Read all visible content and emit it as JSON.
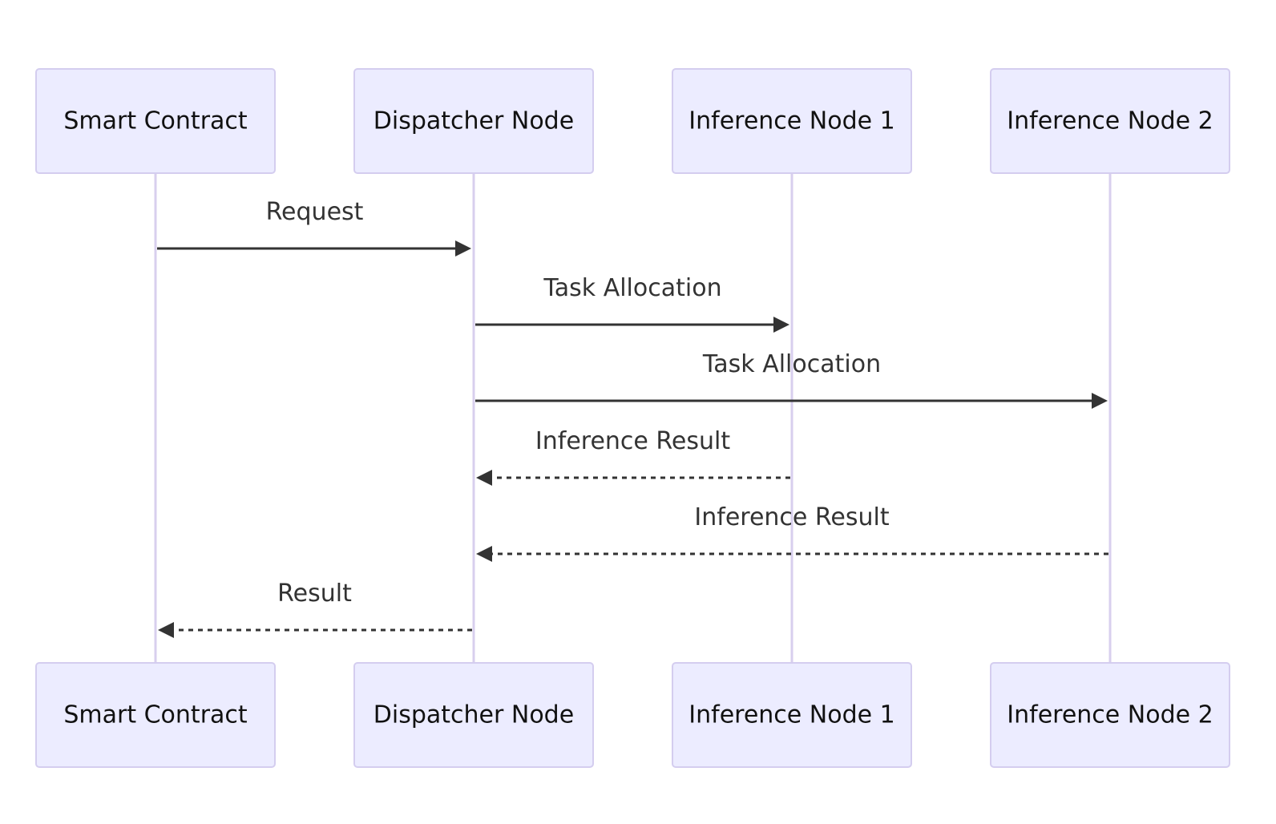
{
  "participants": [
    {
      "id": "sc",
      "label": "Smart Contract"
    },
    {
      "id": "dn",
      "label": "Dispatcher Node"
    },
    {
      "id": "in1",
      "label": "Inference Node 1"
    },
    {
      "id": "in2",
      "label": "Inference Node 2"
    }
  ],
  "messages": [
    {
      "from": "sc",
      "to": "dn",
      "label": "Request",
      "style": "solid"
    },
    {
      "from": "dn",
      "to": "in1",
      "label": "Task Allocation",
      "style": "solid"
    },
    {
      "from": "dn",
      "to": "in2",
      "label": "Task Allocation",
      "style": "solid"
    },
    {
      "from": "in1",
      "to": "dn",
      "label": "Inference Result",
      "style": "dashed"
    },
    {
      "from": "in2",
      "to": "dn",
      "label": "Inference Result",
      "style": "dashed"
    },
    {
      "from": "dn",
      "to": "sc",
      "label": "Result",
      "style": "dashed"
    }
  ]
}
